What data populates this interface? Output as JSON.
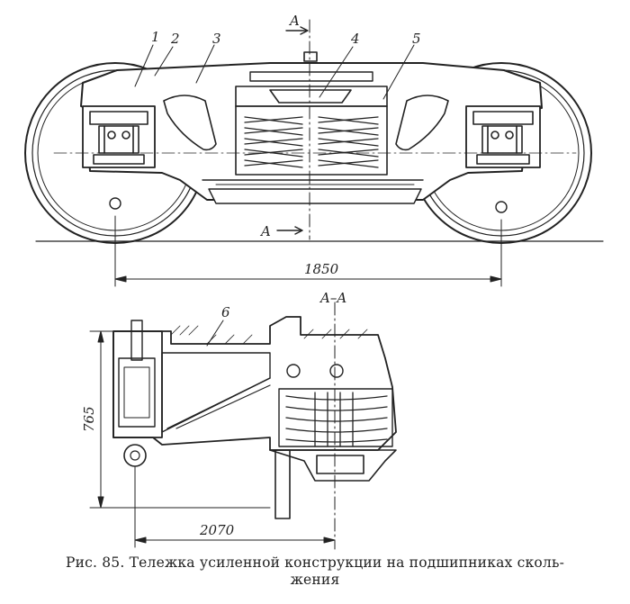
{
  "section_marks": {
    "top": "A",
    "bottom": "A"
  },
  "part_numbers": [
    "1",
    "2",
    "3",
    "4",
    "5"
  ],
  "section_part_number": "6",
  "dimensions": {
    "wheelbase": "1850",
    "height": "765",
    "half_width": "2070"
  },
  "section_title": "A–A",
  "caption": {
    "line1": "Рис. 85. Тележка усиленной конструкции на подшипниках сколь-",
    "line2": "жения"
  }
}
